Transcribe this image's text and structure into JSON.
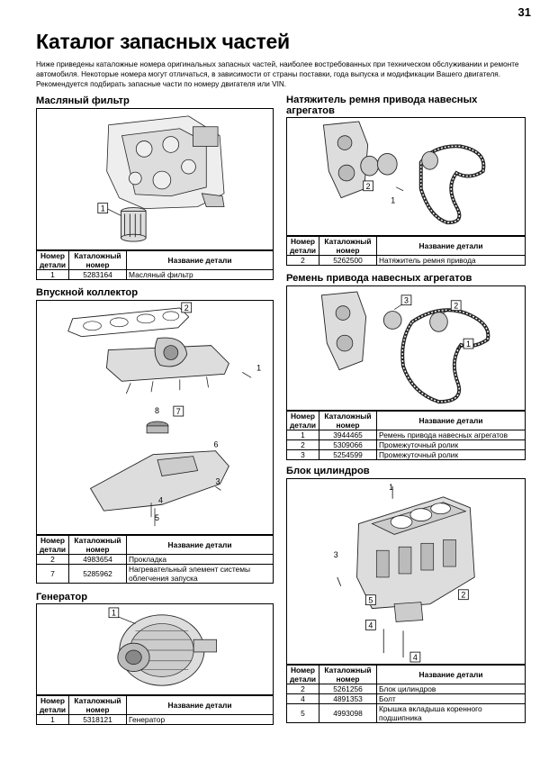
{
  "page_number": "31",
  "title": "Каталог запасных частей",
  "intro": "Ниже приведены каталожные номера оригинальных запасных частей, наиболее востребованных при техническом обслуживании и ремонте автомобиля. Некоторые номера могут отличаться, в зависимости от страны поставки, года выпуска и модификации Вашего двигателя. Рекомендуется подбирать запасные части по номеру двигателя или VIN.",
  "table_headers": {
    "num": "Номер детали",
    "catalog": "Каталожный номер",
    "name": "Название детали"
  },
  "sections": {
    "oil_filter": {
      "title": "Масляный фильтр",
      "callouts": [
        "1"
      ],
      "rows": [
        {
          "num": "1",
          "catalog": "5283164",
          "name": "Масляный фильтр"
        }
      ]
    },
    "intake": {
      "title": "Впускной коллектор",
      "callouts": [
        "2",
        "1",
        "8",
        "7",
        "6",
        "3",
        "4",
        "5"
      ],
      "rows": [
        {
          "num": "2",
          "catalog": "4983654",
          "name": "Прокладка"
        },
        {
          "num": "7",
          "catalog": "5285962",
          "name": "Нагревательный элемент системы облегчения запуска"
        }
      ]
    },
    "generator": {
      "title": "Генератор",
      "callouts": [
        "1"
      ],
      "rows": [
        {
          "num": "1",
          "catalog": "5318121",
          "name": "Генератор"
        }
      ]
    },
    "tensioner": {
      "title": "Натяжитель ремня привода навесных агрегатов",
      "callouts": [
        "2",
        "1"
      ],
      "rows": [
        {
          "num": "2",
          "catalog": "5262500",
          "name": "Натяжитель ремня привода"
        }
      ]
    },
    "belt": {
      "title": "Ремень привода навесных агрегатов",
      "callouts": [
        "3",
        "2",
        "1"
      ],
      "rows": [
        {
          "num": "1",
          "catalog": "3944465",
          "name": "Ремень привода навесных агрегатов"
        },
        {
          "num": "2",
          "catalog": "5309066",
          "name": "Промежуточный ролик"
        },
        {
          "num": "3",
          "catalog": "5254599",
          "name": "Промежуточный ролик"
        }
      ]
    },
    "block": {
      "title": "Блок цилиндров",
      "callouts": [
        "1",
        "3",
        "2",
        "5",
        "4",
        "4"
      ],
      "rows": [
        {
          "num": "2",
          "catalog": "5261256",
          "name": "Блок цилиндров"
        },
        {
          "num": "4",
          "catalog": "4891353",
          "name": "Болт"
        },
        {
          "num": "5",
          "catalog": "4993098",
          "name": "Крышка вкладыша коренного подшипника"
        }
      ]
    }
  }
}
